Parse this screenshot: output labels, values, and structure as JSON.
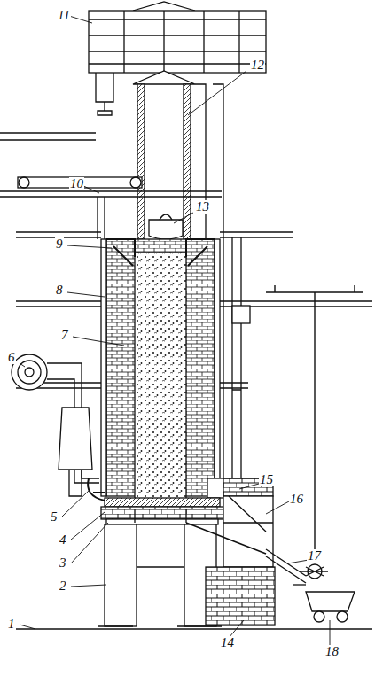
{
  "diagram": {
    "labels": [
      "11",
      "12",
      "10",
      "13",
      "9",
      "8",
      "7",
      "6",
      "5",
      "4",
      "3",
      "2",
      "1",
      "15",
      "16",
      "17",
      "14",
      "18"
    ]
  }
}
